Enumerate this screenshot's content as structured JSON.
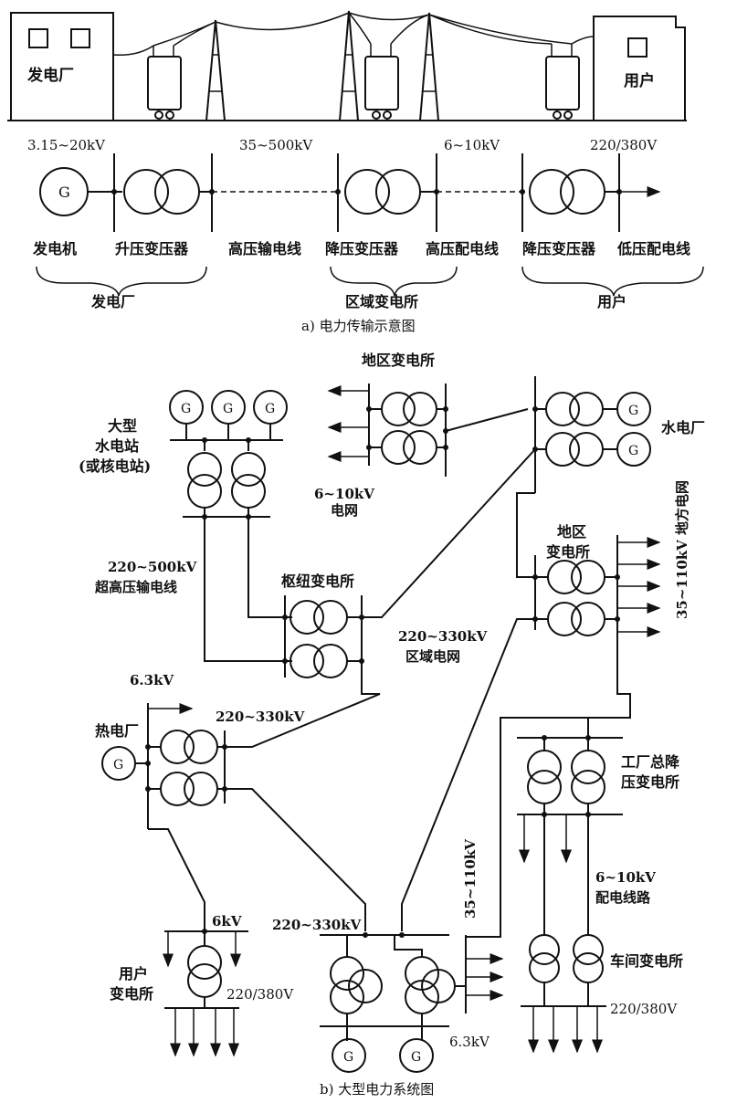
{
  "part_a": {
    "plant_label": "发电厂",
    "user_label": "用户",
    "voltage_gen": "3.15~20kV",
    "voltage_hv": "35~500kV",
    "voltage_dist": "6~10kV",
    "voltage_low": "220/380V",
    "generator_symbol": "G",
    "comp_generator": "发电机",
    "comp_step_up": "升压变压器",
    "comp_hv_line": "高压输电线",
    "comp_step_down_1": "降压变压器",
    "comp_hv_dist_line": "高压配电线",
    "comp_step_down_2": "降压变压器",
    "comp_lv_dist_line": "低压配电线",
    "group_plant": "发电厂",
    "group_substation": "区域变电所",
    "group_user": "用户",
    "caption": "a) 电力传输示意图"
  },
  "part_b": {
    "generator_symbol": "G",
    "regional_substation_top": "地区变电所",
    "hydro_plant": "水电厂",
    "large_plant_l1": "大型",
    "large_plant_l2": "水电站",
    "large_plant_l3": "(或核电站)",
    "grid_6_10_l1": "6~10kV",
    "grid_6_10_l2": "电网",
    "regional_substation_right_l1": "地区",
    "regional_substation_right_l2": "变电所",
    "local_grid_vertical": "35~110kV 地方电网",
    "ehv_line_l1": "220~500kV",
    "ehv_line_l2": "超高压输电线",
    "hub_substation": "枢纽变电所",
    "regional_grid_l1": "220~330kV",
    "regional_grid_l2": "区域电网",
    "volt_6_3_top": "6.3kV",
    "thermal_plant": "热电厂",
    "volt_220_330_a": "220~330kV",
    "factory_sub_l1": "工厂总降",
    "factory_sub_l2": "压变电所",
    "volt_35_110_vertical": "35~110kV",
    "dist_line_l1": "6~10kV",
    "dist_line_l2": "配电线路",
    "volt_6kv": "6kV",
    "user_sub_l1": "用户",
    "user_sub_l2": "变电所",
    "volt_220_330_b": "220~330kV",
    "workshop_sub": "车间变电所",
    "volt_220_380_a": "220/380V",
    "volt_220_380_b": "220/380V",
    "volt_6_3_bottom": "6.3kV",
    "caption": "b) 大型电力系统图"
  }
}
